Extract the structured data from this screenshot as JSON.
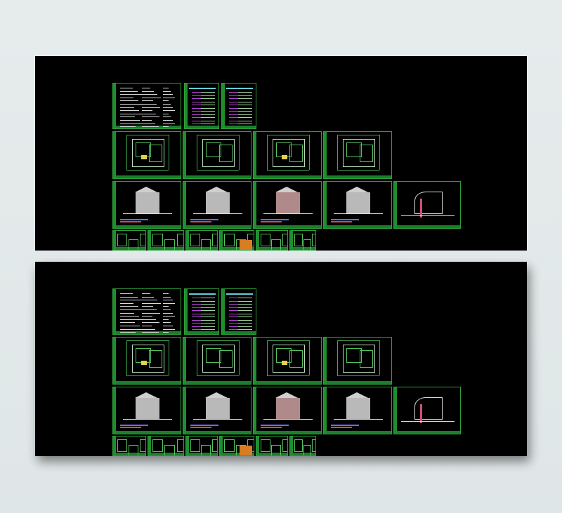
{
  "panels": [
    {
      "id": "top",
      "description_visible": false
    },
    {
      "id": "bottom",
      "description_visible": false
    }
  ],
  "colors": {
    "page_background": "#e3e9ea",
    "canvas": "#000000",
    "sheet_border": "#2e9e3a",
    "title_strip": "#1f8f2e",
    "linework": "#53c35e",
    "table_magenta": "#b844d8",
    "elevation_grey": "#b9b9b9",
    "detail_accent": "#d87d22"
  },
  "icons": [
    "cad-sheet-icon"
  ],
  "sheet_rows": [
    {
      "row": "cover-and-schedules",
      "count": 3
    },
    {
      "row": "floor-plans",
      "count": 4
    },
    {
      "row": "elevations-and-section",
      "count": 5
    },
    {
      "row": "details",
      "count": 6
    }
  ]
}
